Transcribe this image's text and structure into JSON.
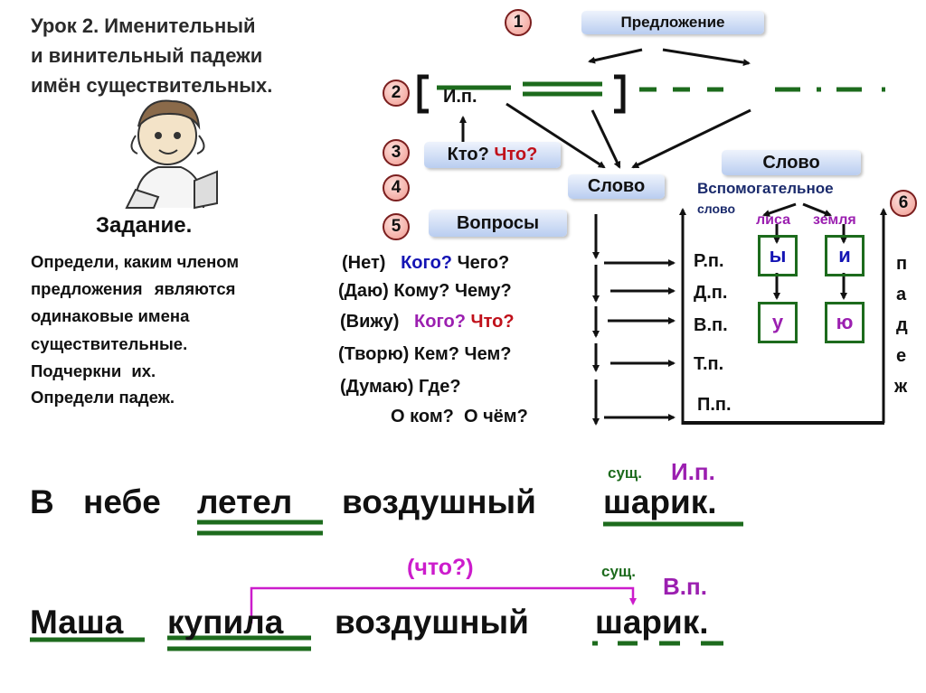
{
  "title": {
    "line1": "Урок 2.    Именительный",
    "line2": "и винительный падежи",
    "line3": "имён существительных."
  },
  "task": {
    "heading": "Задание.",
    "lines": [
      "Определи, каким членом",
      "предложения являются",
      "одинаковые имена",
      "существительные.",
      "Подчеркни их.",
      "Определи падеж."
    ]
  },
  "diagram": {
    "numbers": [
      "1",
      "2",
      "3",
      "4",
      "5",
      "6"
    ],
    "sentence_box": "Предложение",
    "subject_case": "И.п.",
    "question_who": "Кто?",
    "question_what": "Что?",
    "word_box": "Слово",
    "word_box_right": "Слово",
    "auxiliary_word_1": "Вспомогательное",
    "auxiliary_word_2": "слово",
    "example_1": "лиса",
    "example_2": "земля",
    "questions_box": "Вопросы",
    "questions": [
      {
        "helper": "(Нет)",
        "q1": "Кого?",
        "q2": "Чего?"
      },
      {
        "helper": "(Даю)",
        "q1": "Кому?",
        "q2": "Чему?"
      },
      {
        "helper": "(Вижу)",
        "q1": "Кого?",
        "q2": "Что?"
      },
      {
        "helper": "(Творю)",
        "q1": "Кем?",
        "q2": "Чем?"
      },
      {
        "helper": "(Думаю)",
        "q1": "Где?",
        "q2": ""
      },
      {
        "helper": "",
        "q1": "О ком?",
        "q2": "О чём?"
      }
    ],
    "cases": [
      "Р.п.",
      "Д.п.",
      "В.п.",
      "Т.п.",
      "П.п."
    ],
    "endings": {
      "lisa_rp": "ы",
      "zemlya_rp": "и",
      "lisa_vp": "у",
      "zemlya_vp": "ю"
    },
    "vertical_word": [
      "п",
      "а",
      "д",
      "е",
      "ж"
    ]
  },
  "sentences": {
    "s1": {
      "words": [
        "В",
        "небе",
        "летел",
        "воздушный",
        "шарик."
      ],
      "pos": "сущ.",
      "case": "И.п."
    },
    "s2": {
      "words": [
        "Маша",
        "купила",
        "воздушный",
        "шарик."
      ],
      "pos": "сущ.",
      "case": "В.п.",
      "question": "(что?)"
    }
  },
  "colors": {
    "green": "#1d6b1d",
    "purple": "#9b1fb0",
    "red": "#c0101a",
    "blue": "#1414b4",
    "navy": "#1a2a6c",
    "magenta": "#cc1ccc"
  }
}
